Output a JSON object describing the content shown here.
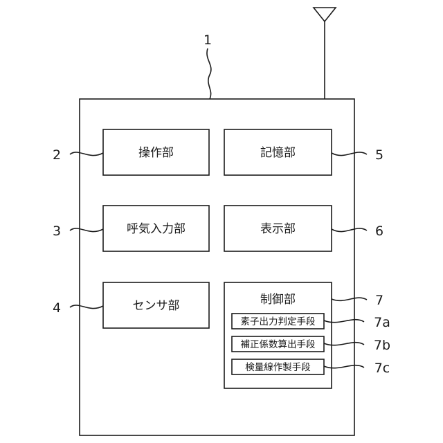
{
  "device": {
    "ref": "1"
  },
  "blocks": {
    "operation": {
      "label": "操作部",
      "ref": "2"
    },
    "breath_input": {
      "label": "呼気入力部",
      "ref": "3"
    },
    "sensor": {
      "label": "センサ部",
      "ref": "4"
    },
    "storage": {
      "label": "記憶部",
      "ref": "5"
    },
    "display": {
      "label": "表示部",
      "ref": "6"
    },
    "control": {
      "label": "制御部",
      "ref": "7",
      "units": [
        {
          "label": "素子出力判定手段",
          "ref": "7a"
        },
        {
          "label": "補正係数算出手段",
          "ref": "7b"
        },
        {
          "label": "検量線作製手段",
          "ref": "7c"
        }
      ]
    }
  }
}
